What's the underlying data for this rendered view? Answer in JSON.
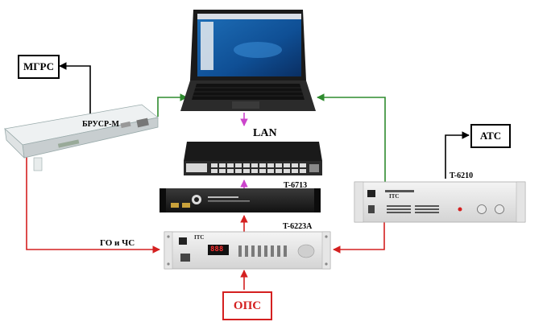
{
  "labels": {
    "mgrs": "МГРС",
    "brusr": "БРУСР-М",
    "lan": "LAN",
    "t6713": "T-6713",
    "t6223a": "T-6223A",
    "t6210": "T-6210",
    "ats": "АТС",
    "go_chs": "ГО и ЧС",
    "ops": "ОПС"
  },
  "device_marks": {
    "itc_logo": "ITC",
    "display": "888"
  },
  "colors": {
    "green_link": "#2e8b2e",
    "red_link": "#d42020",
    "magenta_link": "#cc44cc",
    "black_link": "#000000",
    "ops_border": "#d42020"
  }
}
